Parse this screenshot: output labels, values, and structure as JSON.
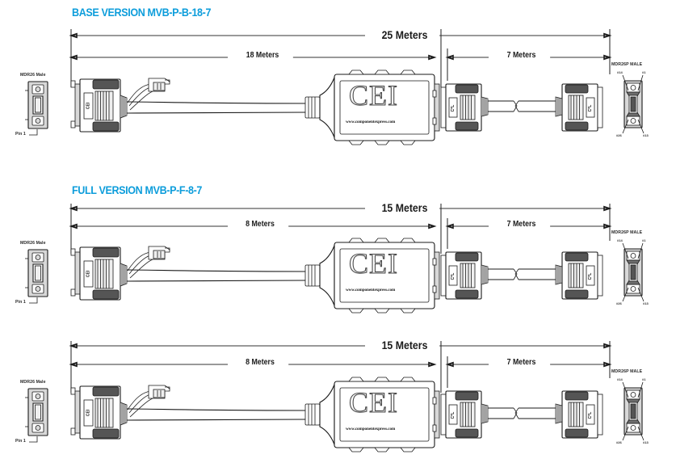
{
  "page": {
    "brand": "CEI",
    "brand_url": "www.componentexpress.com",
    "accent_color": "#0d9ddb",
    "line_color": "#1a1a1a"
  },
  "diagrams": [
    {
      "id": "base-version",
      "title": "BASE VERSION MVB-P-B-18-7",
      "left_connector": {
        "label": "MDR26 Male",
        "pin_callout": "Pin 1",
        "body_mark": "CEI"
      },
      "right_connector": {
        "label": "MDR26P MALE",
        "pins": {
          "top_left": "#14",
          "top_right": "#1",
          "bottom_left": "#26",
          "bottom_right": "#13"
        }
      },
      "dimensions": {
        "total": "25 Meters",
        "segment_a": "18 Meters",
        "segment_b": "7 Meters"
      },
      "mid_connector_mark": "C*L"
    },
    {
      "id": "full-version",
      "title": "FULL VERSION MVB-P-F-8-7",
      "left_connector": {
        "label": "MDR26 Male",
        "pin_callout": "Pin 1",
        "body_mark": "CEI"
      },
      "right_connector": {
        "label": "MDR26P MALE",
        "pins": {
          "top_left": "#14",
          "top_right": "#1",
          "bottom_left": "#26",
          "bottom_right": "#13"
        }
      },
      "dimensions": {
        "total": "15 Meters",
        "segment_a": "8 Meters",
        "segment_b": "7 Meters"
      },
      "mid_connector_mark": "C*L"
    },
    {
      "id": "full-version-alt",
      "title": "",
      "left_connector": {
        "label": "MDR26 Male",
        "pin_callout": "Pin 1",
        "body_mark": "CEI"
      },
      "right_connector": {
        "label": "MDR26P MALE",
        "pins": {
          "top_left": "#14",
          "top_right": "#1",
          "bottom_left": "#26",
          "bottom_right": "#13"
        }
      },
      "dimensions": {
        "total": "15 Meters",
        "segment_a": "8 Meters",
        "segment_b": "7 Meters"
      },
      "mid_connector_mark": "C*L"
    }
  ]
}
